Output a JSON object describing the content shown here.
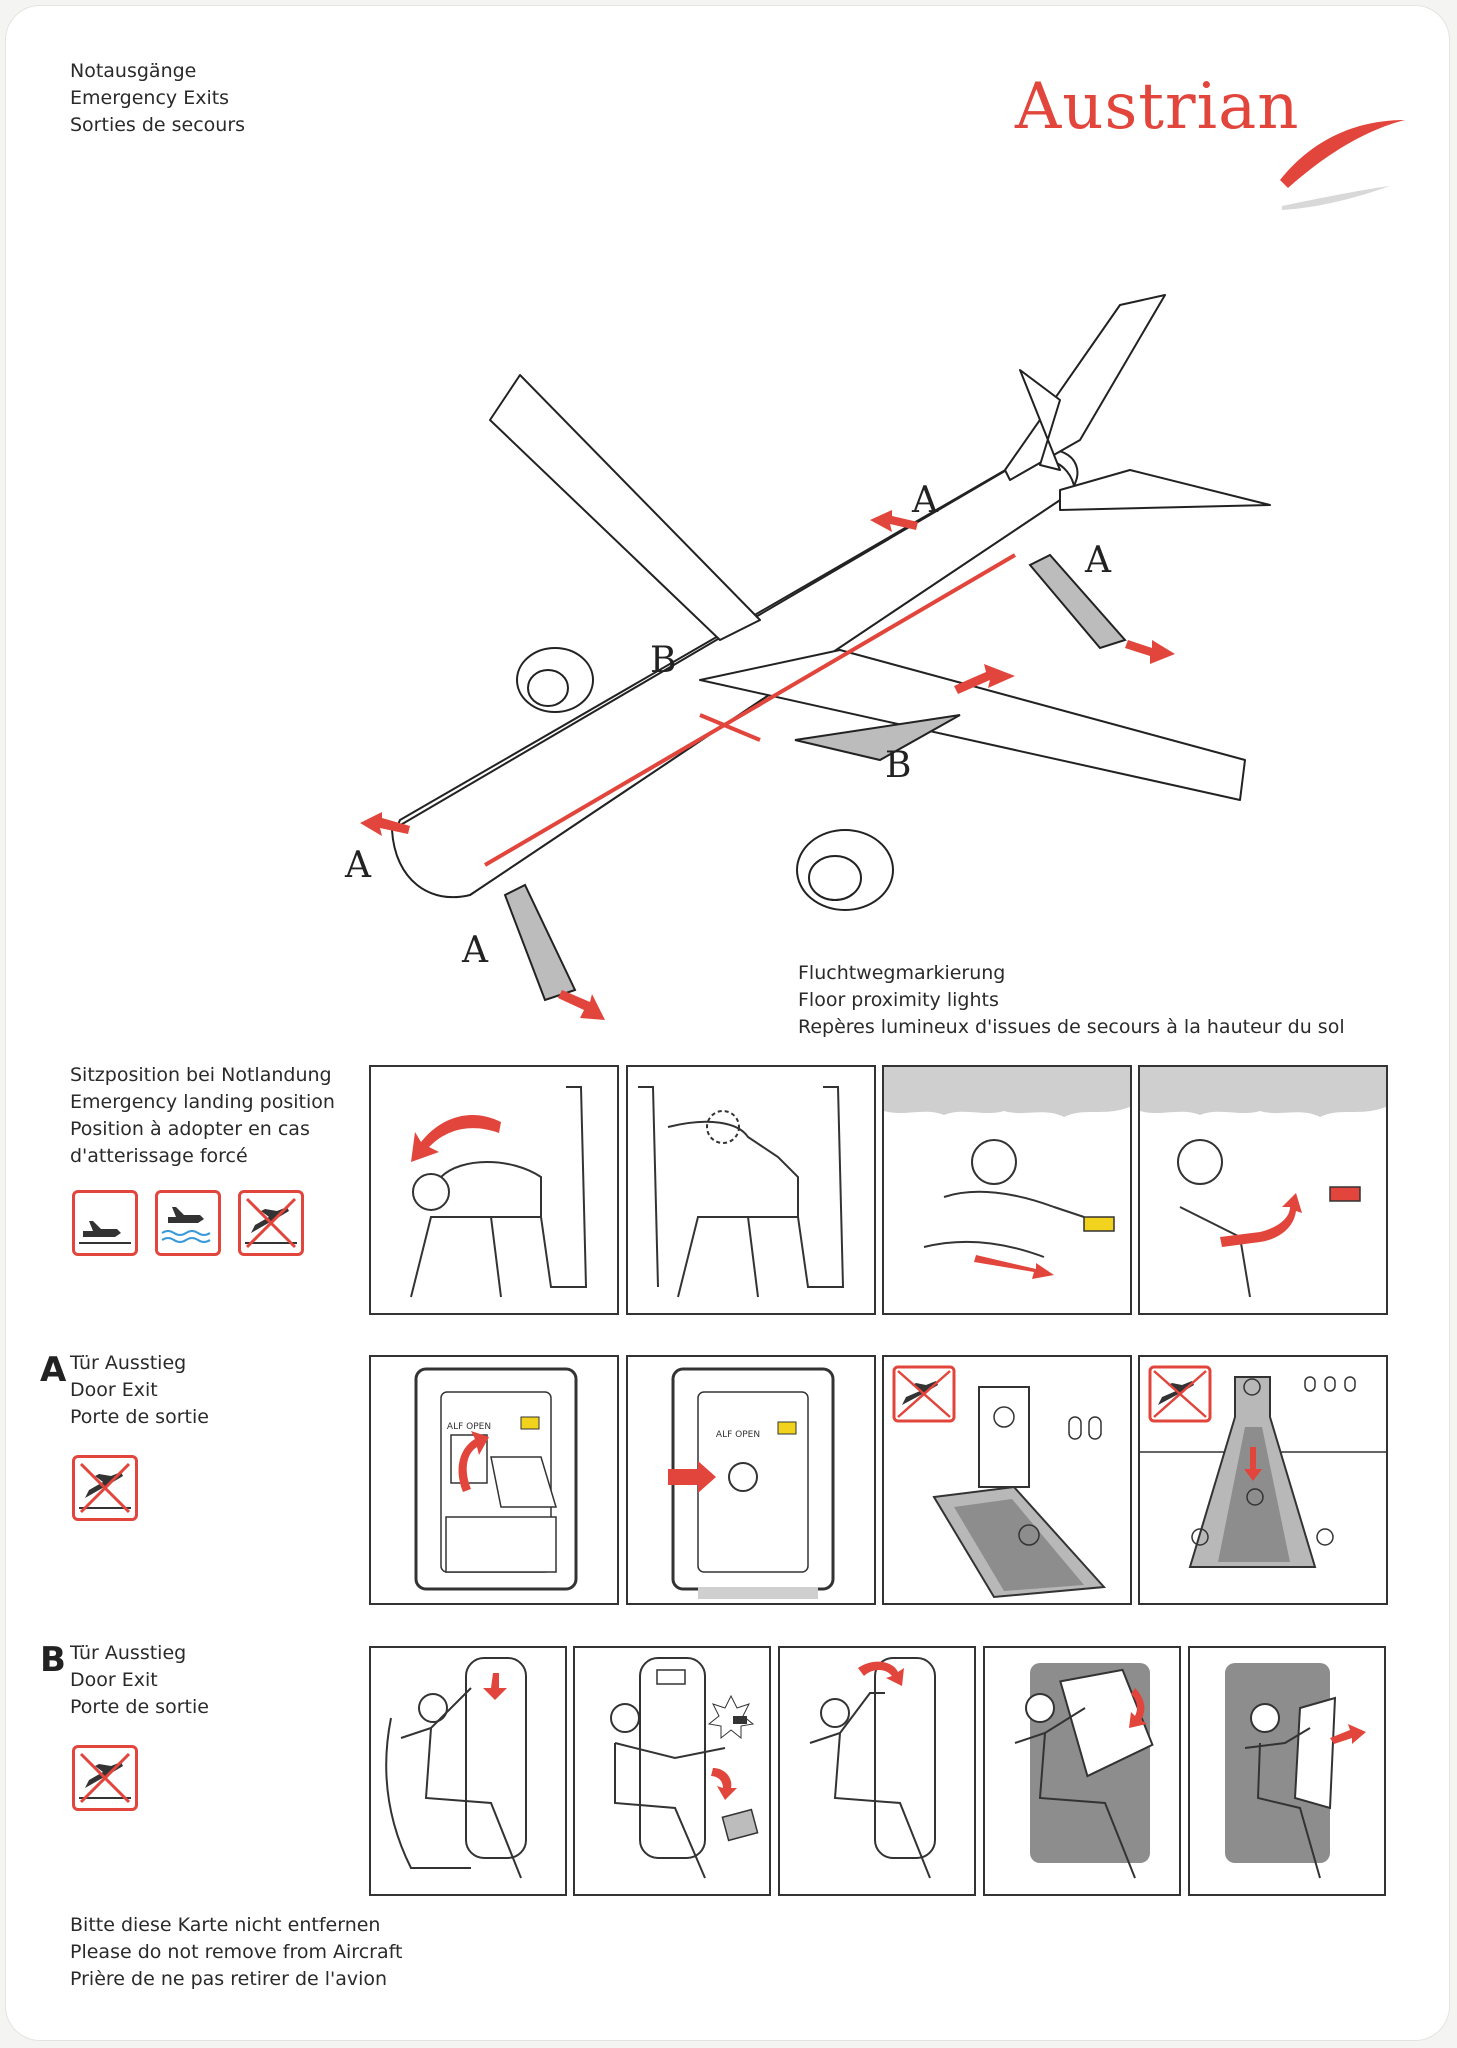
{
  "header": {
    "title_lines": [
      "Notausgänge",
      "Emergency Exits",
      "Sorties de secours"
    ],
    "brand": "Austrian"
  },
  "aircraft": {
    "exit_labels": [
      "A",
      "A",
      "A",
      "A",
      "B",
      "B"
    ]
  },
  "floor_lights": {
    "lines": [
      "Fluchtwegmarkierung",
      "Floor proximity lights",
      "Repères lumineux d'issues de secours à la hauteur du sol"
    ]
  },
  "brace_section": {
    "lines": [
      "Sitzposition bei Notlandung",
      "Emergency landing position",
      "Position à adopter en cas",
      "d'atterissage forcé"
    ],
    "icons": [
      "landing-icon",
      "water-landing-icon",
      "crossed-takeoff-icon"
    ]
  },
  "section_a": {
    "letter": "A",
    "lines": [
      "Tür Ausstieg",
      "Door Exit",
      "Porte de sortie"
    ],
    "icon": "crossed-takeoff-icon",
    "panels": [
      {
        "placard": "ALF OPEN"
      },
      {
        "placard": "ALF OPEN"
      },
      {},
      {}
    ]
  },
  "section_b": {
    "letter": "B",
    "lines": [
      "Tür Ausstieg",
      "Door Exit",
      "Porte de sortie"
    ],
    "icon": "crossed-takeoff-icon"
  },
  "footer": {
    "lines": [
      "Bitte diese Karte nicht entfernen",
      "Please do not remove from Aircraft",
      "Prière de ne pas retirer de l'avion"
    ]
  },
  "colors": {
    "accent": "#e2453b",
    "ink": "#2a2a2a",
    "grey": "#b8b8b8"
  }
}
